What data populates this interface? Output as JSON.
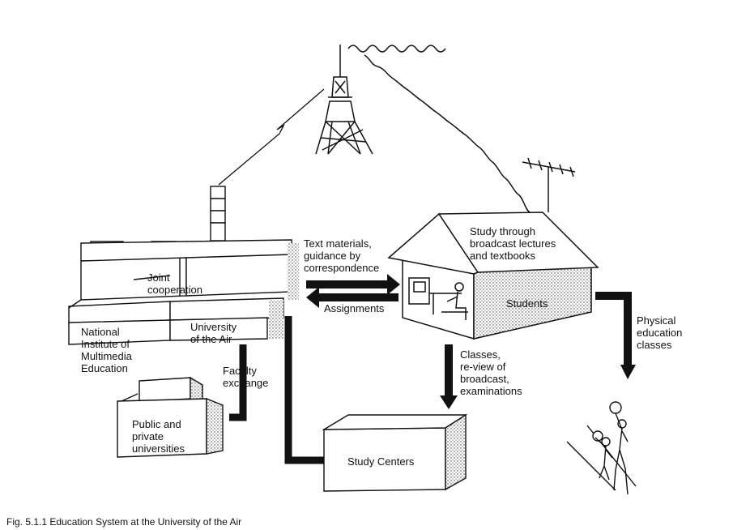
{
  "labels": {
    "joint": "Joint\ncooperation",
    "nime": "National\nInstitute of\nMultimedia\nEducation",
    "ua": "University\nof the Air",
    "faculty": "Faculty\nexchange",
    "public": "Public and\nprivate\nuniversities",
    "study_centers": "Study Centers",
    "text_materials": "Text materials,\nguidance by\ncorrespondence",
    "assignments": "Assignments",
    "study_broadcast": "Study through\nbroadcast lectures\nand textbooks",
    "students": "Students",
    "classes": "Classes,\nre-view  of\nbroadcast,\nexaminations",
    "physical": "Physical\neducation\nclasses"
  },
  "caption": "Fig. 5.1.1  Education System at  the University of the Air",
  "colors": {
    "ink": "#111111",
    "fill": "#ffffff",
    "stipple": "#555555"
  }
}
